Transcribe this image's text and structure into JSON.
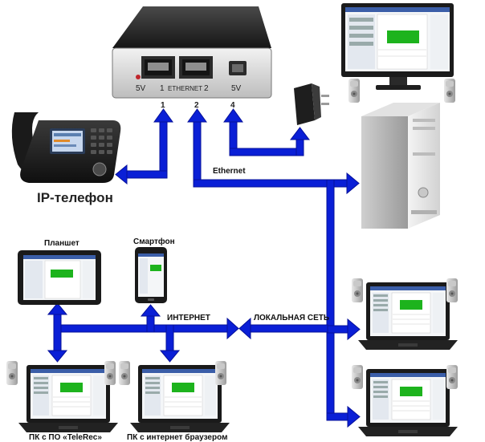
{
  "device": {
    "power_label_left": "5V",
    "port1_label": "1",
    "ethernet_label": "ETHERNET",
    "port2_label": "2",
    "power_label_right": "5V"
  },
  "connectors": {
    "port1_num": "1",
    "port2_num": "2",
    "port4_num": "4"
  },
  "labels": {
    "ip_phone": "IP-телефон",
    "ethernet": "Ethernet",
    "tablet": "Планшет",
    "smartphone": "Смартфон",
    "internet": "ИНТЕРНЕТ",
    "local_network": "ЛОКАЛЬНАЯ СЕТЬ",
    "pc_telerec": "ПК с ПО «TeleRec»",
    "pc_browser": "ПК с интернет браузером"
  },
  "colors": {
    "line": "#0a1fd6",
    "line_dark": "#06109a",
    "screen_green": "#1db31d"
  }
}
